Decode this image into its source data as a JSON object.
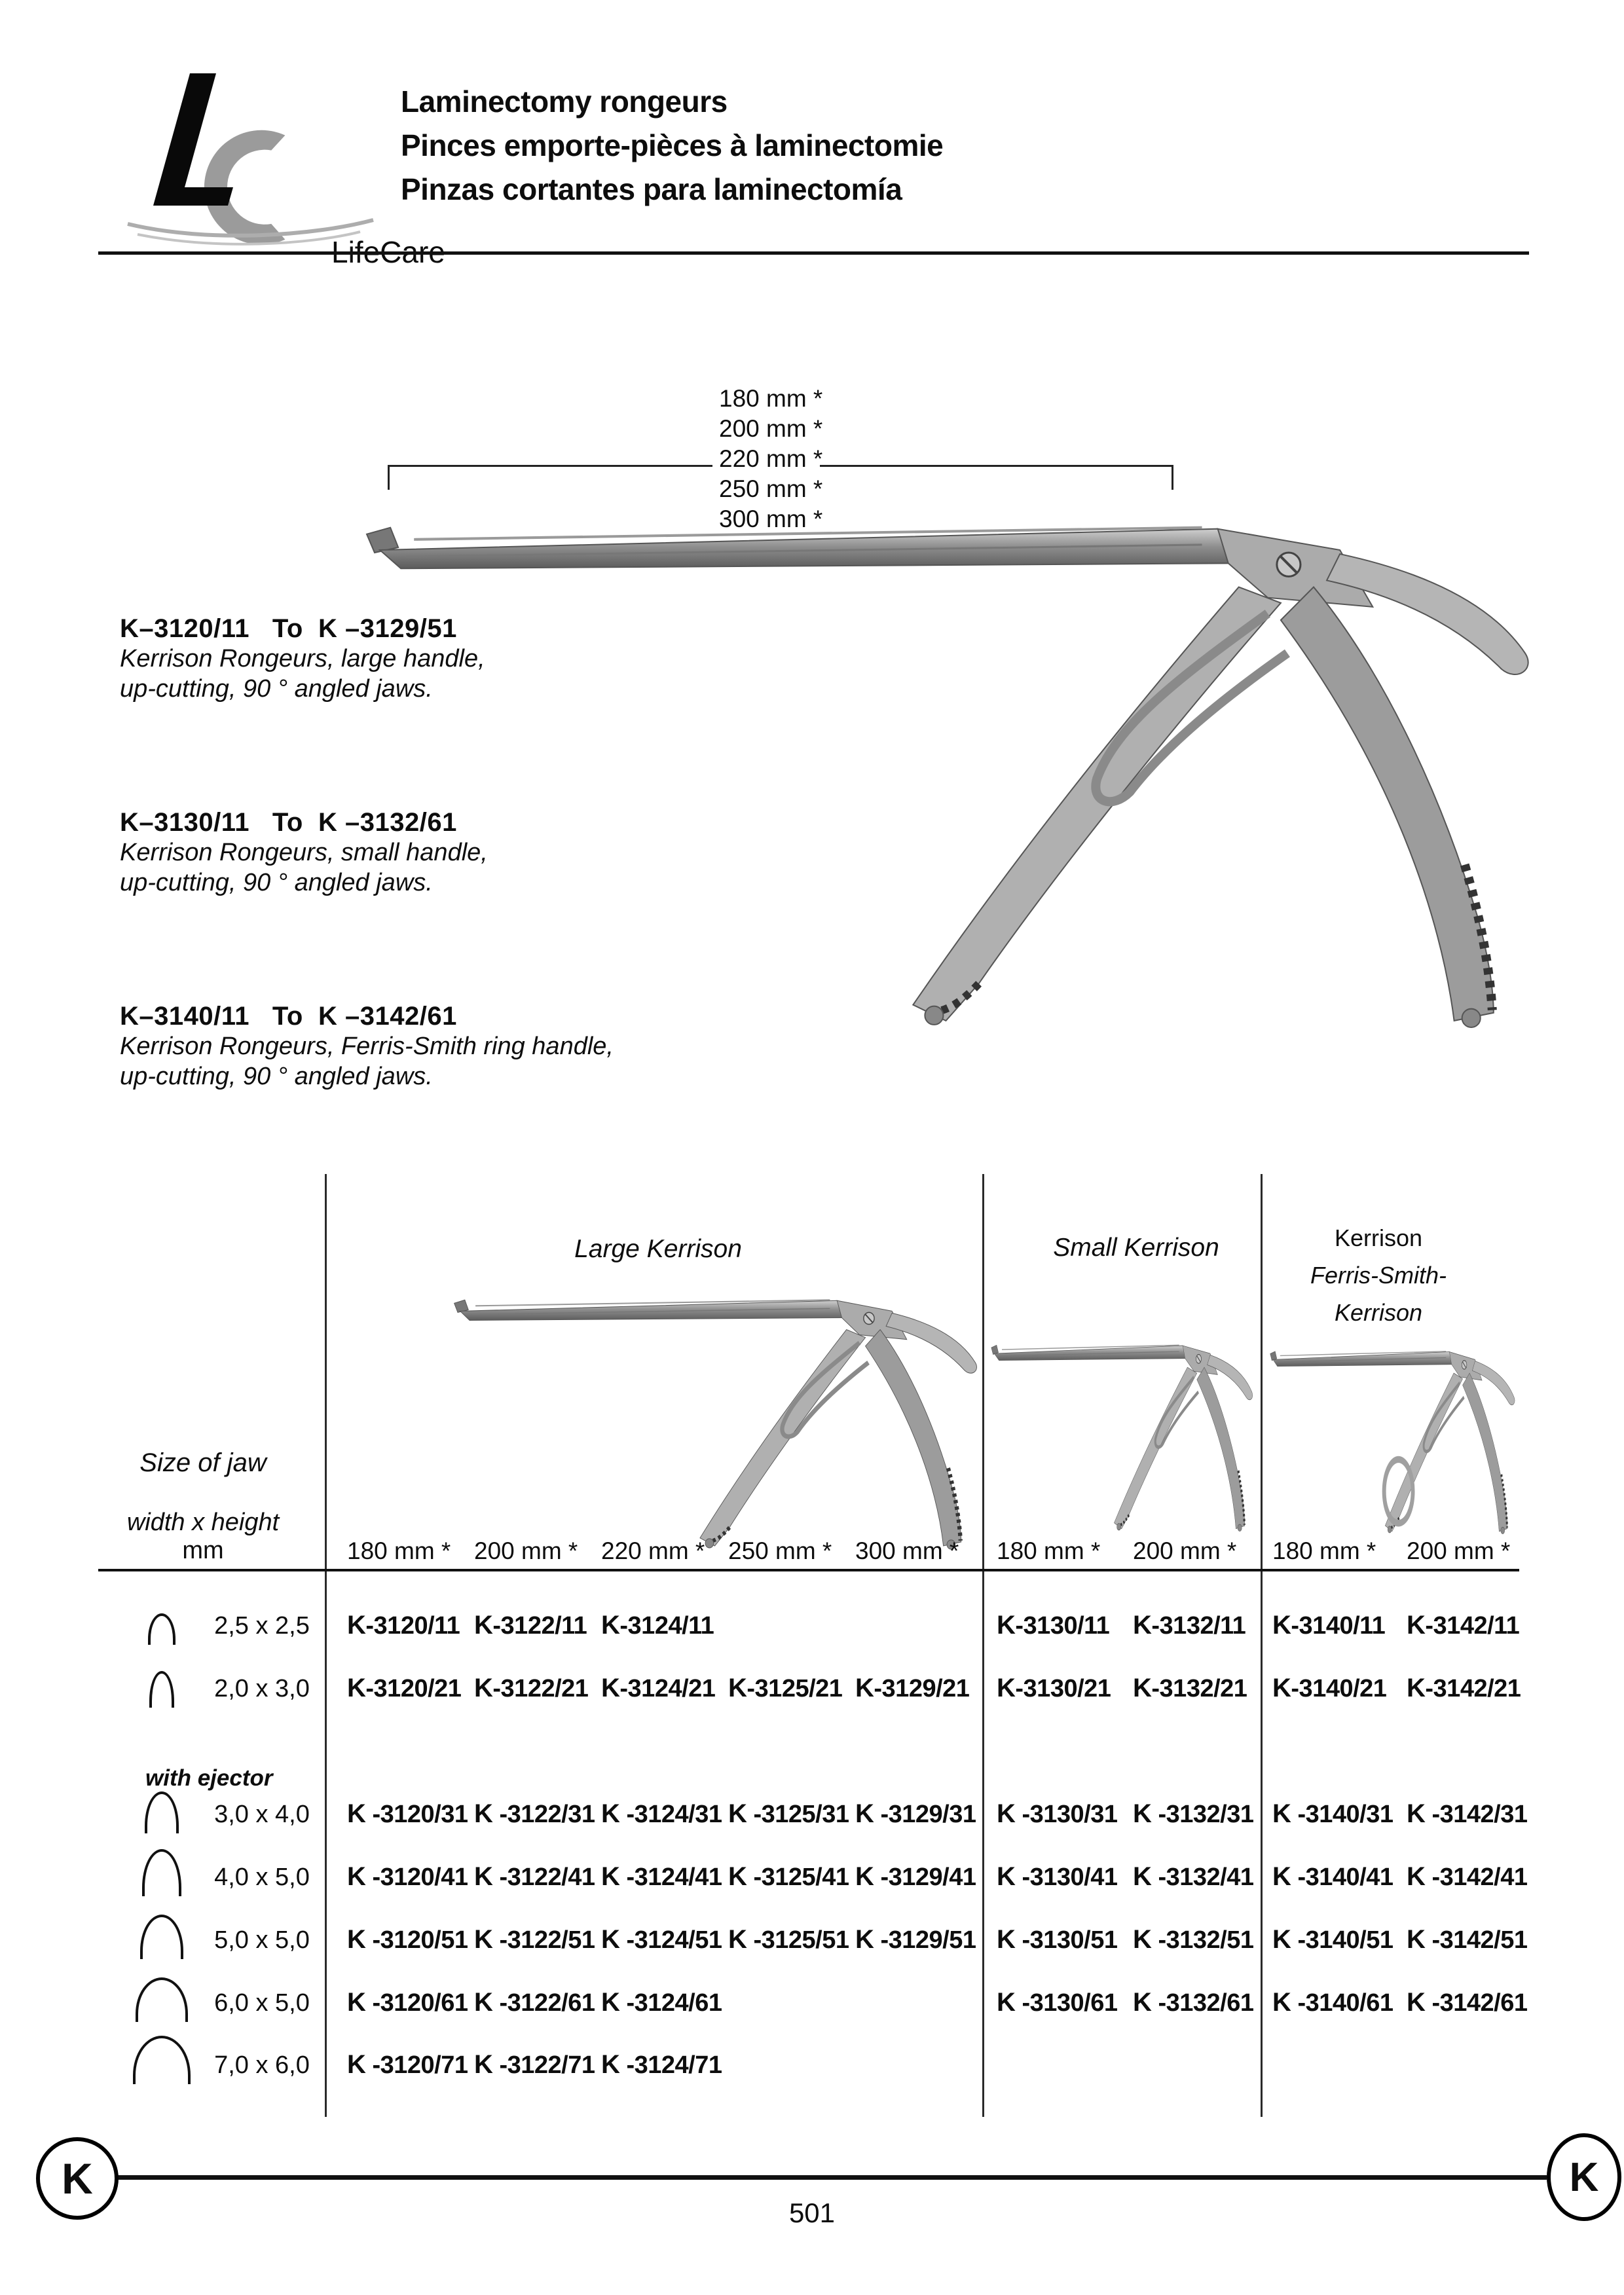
{
  "logo": {
    "brand_text": "LifeCare"
  },
  "header": {
    "title_en": "Laminectomy rongeurs",
    "title_fr": "Pinces emporte-pièces à laminectomie",
    "title_es": "Pinzas cortantes para laminectomía"
  },
  "figure": {
    "lengths": [
      "180 mm *",
      "200 mm *",
      "220 mm *",
      "250 mm *",
      "300 mm *"
    ]
  },
  "products": [
    {
      "code": "K–3120/11   To  K –3129/51",
      "desc1": "Kerrison Rongeurs, large handle,",
      "desc2": "up-cutting, 90 ° angled jaws."
    },
    {
      "code": "K–3130/11   To  K –3132/61",
      "desc1": "Kerrison Rongeurs, small handle,",
      "desc2": "up-cutting, 90 ° angled jaws."
    },
    {
      "code": "K–3140/11   To  K –3142/61",
      "desc1": "Kerrison Rongeurs, Ferris-Smith ring handle,",
      "desc2": "up-cutting, 90 ° angled jaws."
    }
  ],
  "table": {
    "jaw_header": {
      "line1": "Size of jaw",
      "line2": "width x height",
      "line3": "mm"
    },
    "with_ejector_label": "with ejector",
    "groups": [
      {
        "name": "Large Kerrison",
        "columns": [
          "180 mm *",
          "200 mm *",
          "220 mm *",
          "250 mm *",
          "300 mm *"
        ]
      },
      {
        "name": "Small Kerrison",
        "columns": [
          "180 mm *",
          "200 mm *"
        ]
      },
      {
        "name_lines": [
          "Kerrison",
          "Ferris-Smith-",
          "Kerrison"
        ],
        "columns": [
          "180 mm *",
          "200 mm *"
        ]
      }
    ],
    "rows": [
      {
        "size": "2,5 x 2,5",
        "ejector": false,
        "cells": [
          "K-3120/11",
          "K-3122/11",
          "K-3124/11",
          "",
          "",
          "K-3130/11",
          "K-3132/11",
          "K-3140/11",
          "K-3142/11"
        ]
      },
      {
        "size": "2,0 x 3,0",
        "ejector": false,
        "cells": [
          "K-3120/21",
          "K-3122/21",
          "K-3124/21",
          "K-3125/21",
          "K-3129/21",
          "K-3130/21",
          "K-3132/21",
          "K-3140/21",
          "K-3142/21"
        ]
      },
      {
        "size": "3,0 x 4,0",
        "ejector": true,
        "cells": [
          "K -3120/31",
          "K -3122/31",
          "K -3124/31",
          "K -3125/31",
          "K -3129/31",
          "K -3130/31",
          "K -3132/31",
          "K -3140/31",
          "K -3142/31"
        ]
      },
      {
        "size": "4,0 x 5,0",
        "ejector": true,
        "cells": [
          "K -3120/41",
          "K -3122/41",
          "K -3124/41",
          "K -3125/41",
          "K -3129/41",
          "K -3130/41",
          "K -3132/41",
          "K -3140/41",
          "K -3142/41"
        ]
      },
      {
        "size": "5,0 x 5,0",
        "ejector": true,
        "cells": [
          "K -3120/51",
          "K -3122/51",
          "K -3124/51",
          "K -3125/51",
          "K -3129/51",
          "K -3130/51",
          "K -3132/51",
          "K -3140/51",
          "K -3142/51"
        ]
      },
      {
        "size": "6,0 x 5,0",
        "ejector": true,
        "cells": [
          "K -3120/61",
          "K -3122/61",
          "K -3124/61",
          "",
          "",
          "K -3130/61",
          "K -3132/61",
          "K -3140/61",
          "K -3142/61"
        ]
      },
      {
        "size": "7,0 x 6,0",
        "ejector": true,
        "cells": [
          "K -3120/71",
          "K -3122/71",
          "K -3124/71",
          "",
          "",
          "",
          "",
          "",
          ""
        ]
      }
    ]
  },
  "footer": {
    "page_number": "501",
    "section_letter": "K"
  }
}
